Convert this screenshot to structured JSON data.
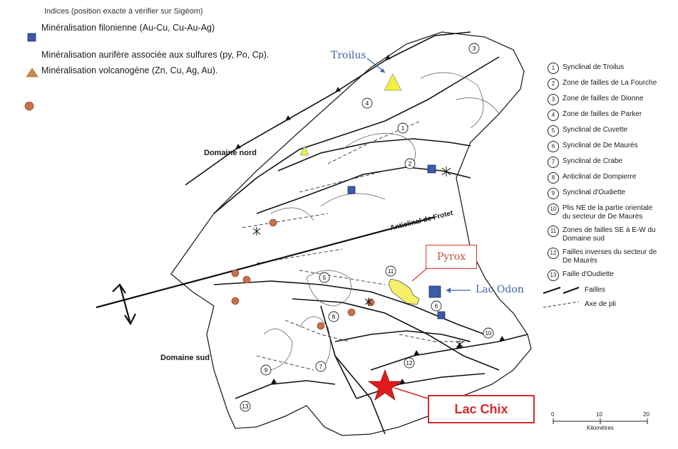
{
  "legend_header": "Indices (position exacte à vérifier sur Sigéom)",
  "legend_items": [
    {
      "symbol": "blue-square",
      "color": "#3a5ca8",
      "label": "Minéralisation filonienne (Au-Cu, Cu-Au-Ag)"
    },
    {
      "symbol": "yellow-orange-triangle",
      "color": "#c98a4b",
      "label": "Minéralisation aurifère associée aux sulfures (py, Po, Cp)."
    },
    {
      "symbol": "brown-circle",
      "color": "#c87048",
      "label": "Minéralisation volcanogène (Zn, Cu, Ag, Au)."
    }
  ],
  "structures": [
    {
      "num": "1",
      "label": "Synclinal de Troilus"
    },
    {
      "num": "2",
      "label": "Zone de failles de La Fourche"
    },
    {
      "num": "3",
      "label": "Zone de failles de Dionne"
    },
    {
      "num": "4",
      "label": "Zone de failles de Parker"
    },
    {
      "num": "5",
      "label": "Synclinal de Cuvette"
    },
    {
      "num": "6",
      "label": "Synclinal de De Maurès"
    },
    {
      "num": "7",
      "label": "Synclinal de Crabe"
    },
    {
      "num": "8",
      "label": "Anticlinal de Dompierre"
    },
    {
      "num": "9",
      "label": "Synclinal d'Oudiette"
    },
    {
      "num": "10",
      "label": "Plis NE de la partie orientale du secteur de De Maurès"
    },
    {
      "num": "11",
      "label": "Zones de failles SE à E-W du Domaine sud"
    },
    {
      "num": "12",
      "label": "Failles inverses du secteur de De Maurès"
    },
    {
      "num": "13",
      "label": "Faille d'Oudiette"
    }
  ],
  "fault_legend": {
    "faults": "Failles",
    "fold_axis": "Axe de pli"
  },
  "domains": {
    "north": "Domaine nord",
    "south": "Domaine sud"
  },
  "anticline_label": "Anticlinal de Frotet",
  "places": {
    "troilus": "Troilus",
    "lac_odon": "Lac Odon",
    "pyrox": "Pyrox",
    "lac_chix": "Lac Chix"
  },
  "scale": {
    "ticks": [
      "0",
      "10",
      "20"
    ],
    "unit": "Kilomètres"
  },
  "map_numbers": [
    "1",
    "2",
    "3",
    "4",
    "5",
    "6",
    "7",
    "8",
    "9",
    "10",
    "11",
    "12",
    "13"
  ],
  "colors": {
    "square": "#3a5ca8",
    "triangle": "#f2f03a",
    "circle": "#c87048",
    "pyrox_fill": "#f4f06a",
    "star": "#e01b1b",
    "place_blue": "#3d67a8",
    "callout_red": "#d42b2b"
  }
}
